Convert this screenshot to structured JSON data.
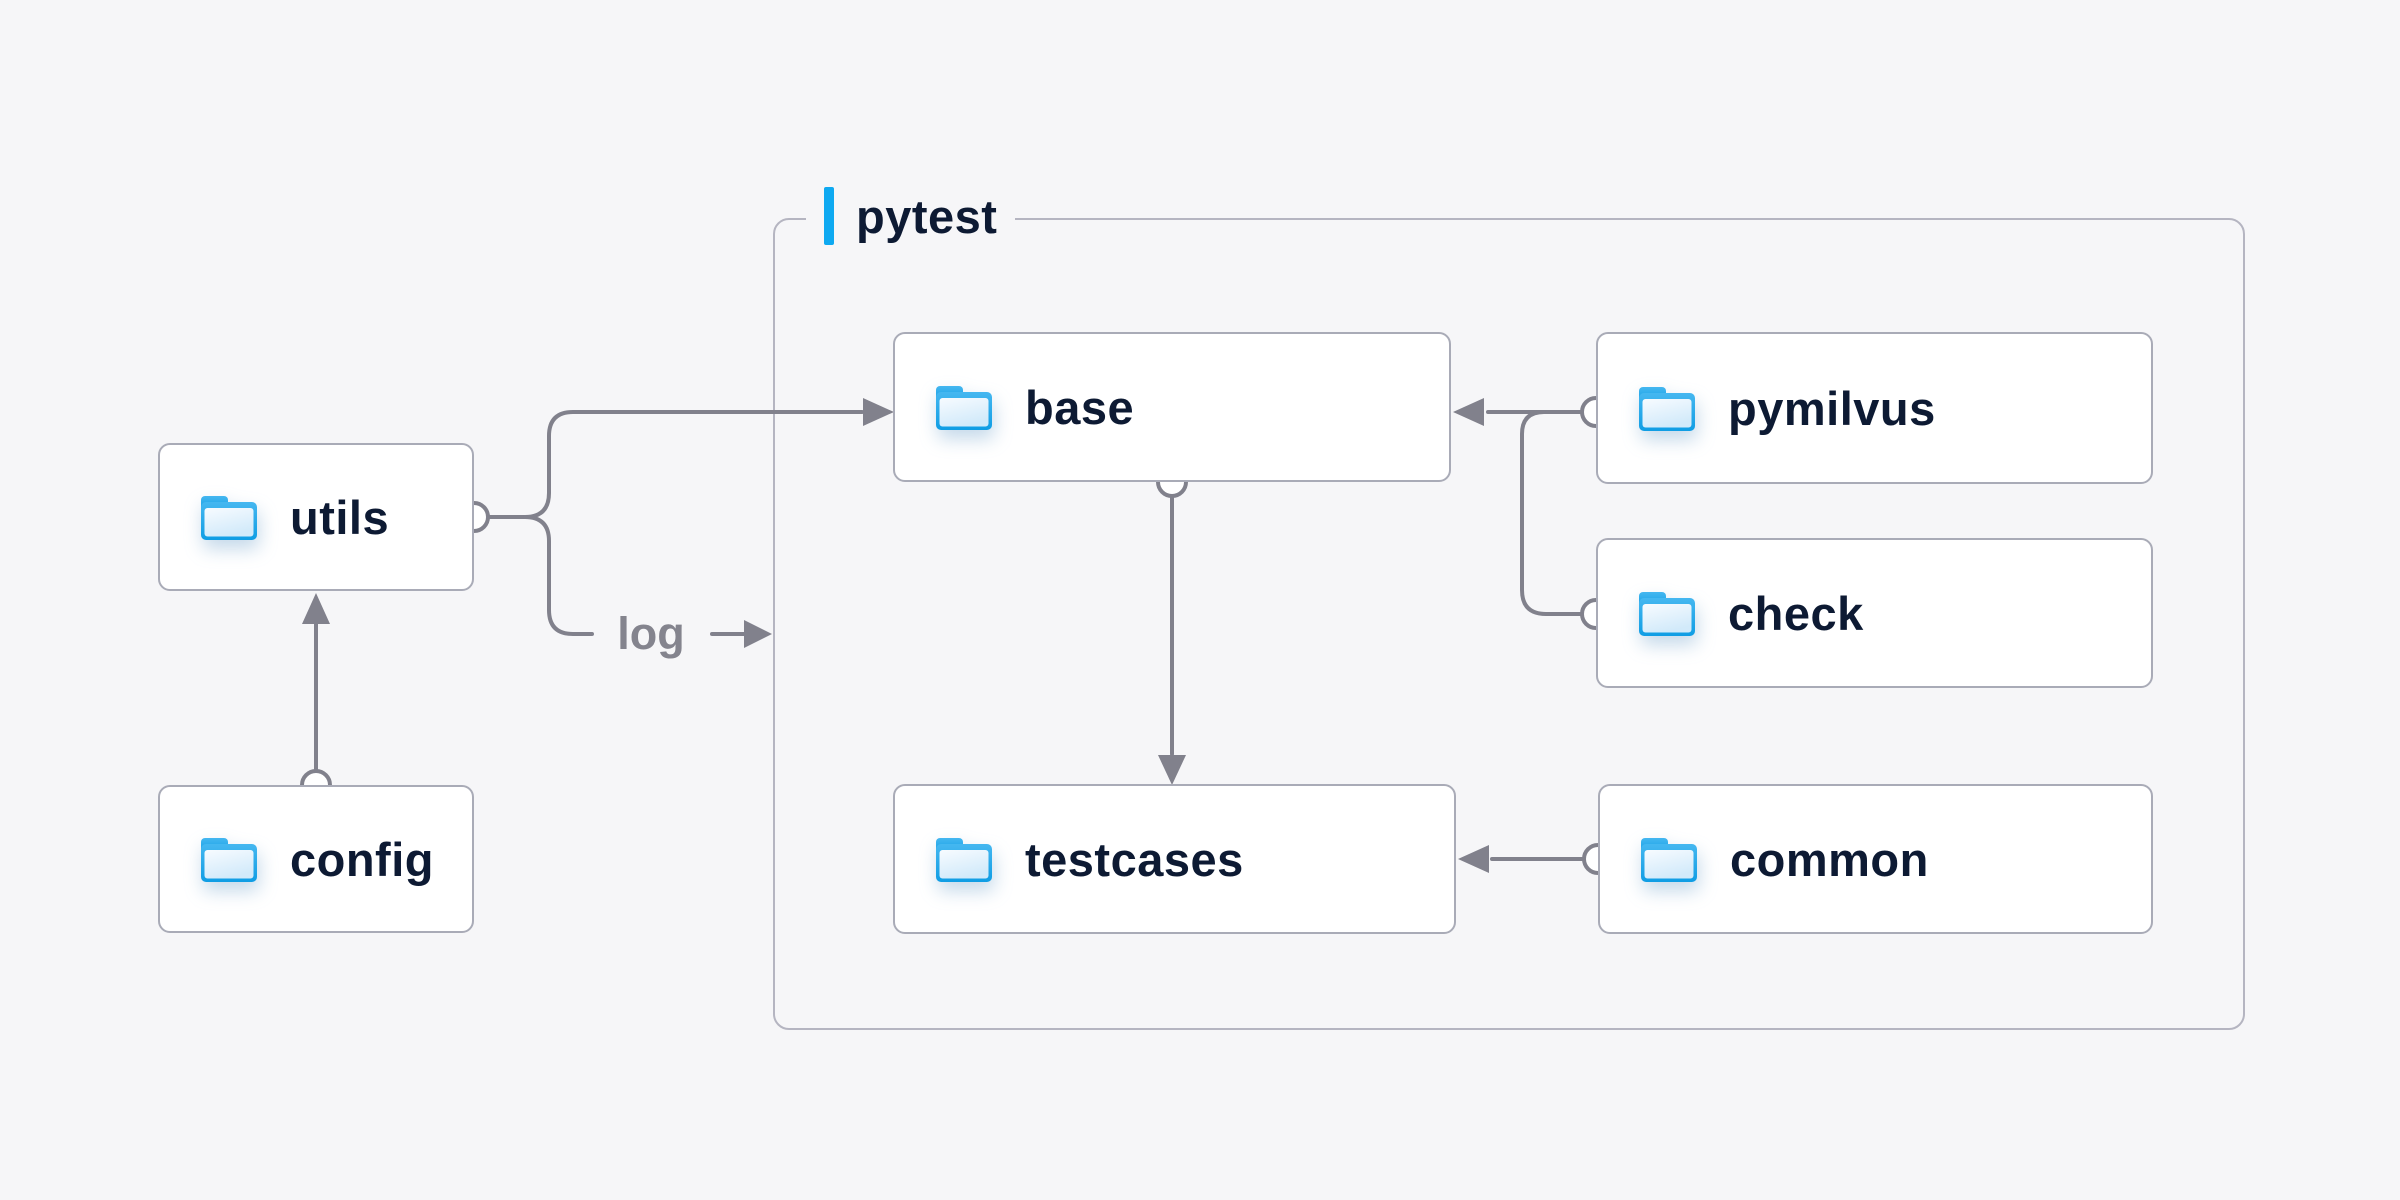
{
  "container": {
    "label": "pytest"
  },
  "nodes": {
    "utils": {
      "label": "utils"
    },
    "config": {
      "label": "config"
    },
    "base": {
      "label": "base"
    },
    "testcases": {
      "label": "testcases"
    },
    "pymilvus": {
      "label": "pymilvus"
    },
    "check": {
      "label": "check"
    },
    "common": {
      "label": "common"
    }
  },
  "edges": {
    "log_label": "log",
    "relations": [
      {
        "from": "config",
        "to": "utils"
      },
      {
        "from": "utils",
        "to": "base"
      },
      {
        "from": "utils",
        "to": "pytest",
        "label": "log"
      },
      {
        "from": "pymilvus",
        "to": "base"
      },
      {
        "from": "check",
        "to": "base"
      },
      {
        "from": "base",
        "to": "testcases"
      },
      {
        "from": "common",
        "to": "testcases"
      }
    ]
  },
  "icons": {
    "folder": "folder-icon"
  },
  "colors": {
    "background": "#f6f6f8",
    "node_fill": "#ffffff",
    "node_border": "#a9abb7",
    "container_border": "#b5b5c1",
    "edge": "#81818c",
    "text": "#0d1a33",
    "muted_text": "#84848e",
    "accent_blue": "#0ea9f1",
    "folder_blue": "#17a4e8",
    "folder_fill": "#e0f0fb"
  }
}
